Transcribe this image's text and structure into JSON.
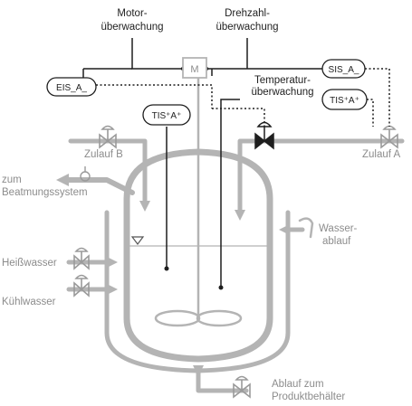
{
  "labels": {
    "motor_line1": "Motor-",
    "motor_line2": "überwachung",
    "speed_line1": "Drehzahl-",
    "speed_line2": "überwachung",
    "temp_line1": "Temperatur-",
    "temp_line2": "überwachung",
    "motor_symbol": "M",
    "inlet_b": "Zulauf B",
    "inlet_a": "Zulauf A",
    "vent_line1": "zum",
    "vent_line2": "Beatmungssystem",
    "hot_water": "Heißwasser",
    "cooling_water": "Kühlwasser",
    "water_drain_line1": "Wasser-",
    "water_drain_line2": "ablauf",
    "product_drain_line1": "Ablauf zum",
    "product_drain_line2": "Produktbehälter"
  },
  "instruments": {
    "eis": "EIS_A_",
    "sis": "SIS_A_",
    "tis_temp": "TIS⁺A⁺",
    "tis_level": "TIS⁺A⁺"
  },
  "colors": {
    "pipe": "#b4b4b4",
    "signal": "#1e1e1e",
    "label_grey": "#8c8c8c"
  }
}
